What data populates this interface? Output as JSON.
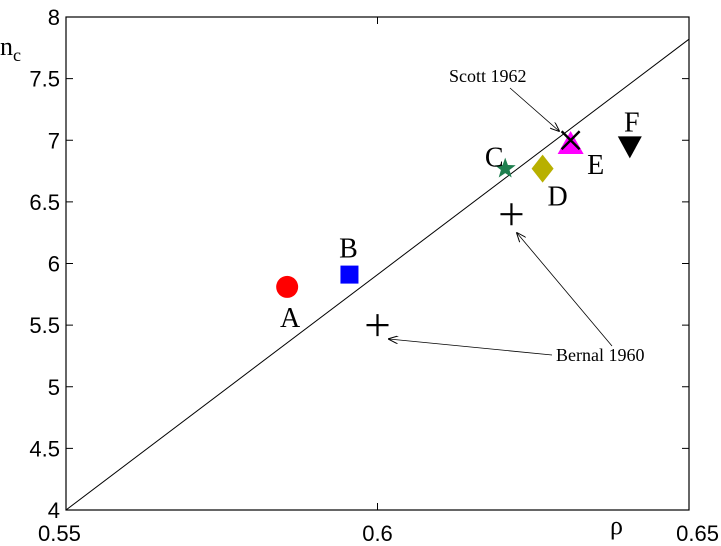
{
  "chart_data": {
    "type": "scatter",
    "xlabel": "ρ",
    "ylabel": "n",
    "ylabel_sub": "c",
    "xlim": [
      0.55,
      0.65
    ],
    "ylim": [
      4,
      8
    ],
    "xticks": [
      "0.55",
      "0.6",
      "0.65"
    ],
    "yticks": [
      "4",
      "4.5",
      "5",
      "5.5",
      "6",
      "6.5",
      "7",
      "7.5",
      "8"
    ],
    "grid": false,
    "fit_line": {
      "x": [
        0.55,
        0.65
      ],
      "y": [
        4.0,
        7.82
      ]
    },
    "points": [
      {
        "label": "A",
        "x": 0.5855,
        "y": 5.81,
        "marker": "circle",
        "color": "#ff0000"
      },
      {
        "label": "B",
        "x": 0.5955,
        "y": 5.91,
        "marker": "square",
        "color": "#0000ff"
      },
      {
        "label": "C",
        "x": 0.6205,
        "y": 6.77,
        "marker": "star",
        "color": "#1f7f4f"
      },
      {
        "label": "D",
        "x": 0.6265,
        "y": 6.77,
        "marker": "diamond",
        "color": "#b8b000"
      },
      {
        "label": "E",
        "x": 0.631,
        "y": 6.97,
        "marker": "triangle-up",
        "color": "#ff00ff"
      },
      {
        "label": "F",
        "x": 0.6405,
        "y": 6.95,
        "marker": "triangle-down",
        "color": "#000000"
      }
    ],
    "reference_points": [
      {
        "x": 0.6,
        "y": 5.5,
        "marker": "plus",
        "color": "#000000"
      },
      {
        "x": 0.6215,
        "y": 6.4,
        "marker": "plus",
        "color": "#000000"
      },
      {
        "x": 0.631,
        "y": 7.0,
        "marker": "x",
        "color": "#000000"
      }
    ],
    "annotations": [
      {
        "text": "Scott 1962"
      },
      {
        "text": "Bernal 1960"
      }
    ]
  }
}
